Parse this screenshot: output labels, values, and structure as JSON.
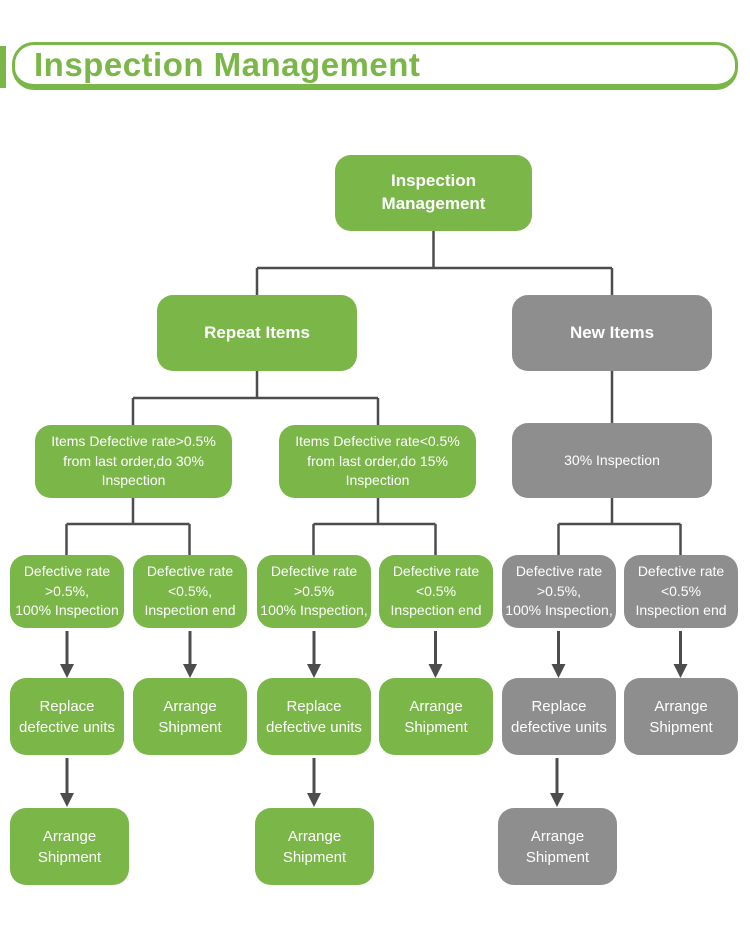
{
  "header": {
    "title": "Inspection Management"
  },
  "colors": {
    "brand_green": "#7ab648",
    "neutral_gray": "#8e8e8e",
    "connector_gray": "#4d4d4d",
    "node_text": "#ffffff"
  },
  "flowchart": {
    "nodes": {
      "root": {
        "label": "Inspection\nManagement"
      },
      "repeat_items": {
        "label": "Repeat Items"
      },
      "new_items": {
        "label": "New Items"
      },
      "repeat_gt": {
        "label": "Items Defective rate>0.5%\nfrom last order,do 30%\nInspection"
      },
      "repeat_lt": {
        "label": "Items Defective rate<0.5%\nfrom last order,do 15%\nInspection"
      },
      "new_30pct": {
        "label": "30% Inspection"
      },
      "repeat_gt_high": {
        "label": "Defective rate\n>0.5%,\n100% Inspection"
      },
      "repeat_gt_low": {
        "label": "Defective rate\n<0.5%,\nInspection end"
      },
      "repeat_lt_high": {
        "label": "Defective rate\n>0.5%\n100% Inspection,"
      },
      "repeat_lt_low": {
        "label": "Defective rate\n<0.5%\nInspection end"
      },
      "new_high": {
        "label": "Defective rate\n>0.5%,\n100% Inspection,"
      },
      "new_low": {
        "label": "Defective rate\n<0.5%\nInspection end"
      },
      "repeat_gt_replace": {
        "label": "Replace\ndefective units"
      },
      "repeat_gt_ship": {
        "label": "Arrange\nShipment"
      },
      "repeat_lt_replace": {
        "label": "Replace\ndefective units"
      },
      "repeat_lt_ship": {
        "label": "Arrange\nShipment"
      },
      "new_replace": {
        "label": "Replace\ndefective units"
      },
      "new_ship": {
        "label": "Arrange\nShipment"
      },
      "repeat_gt_final_ship": {
        "label": "Arrange\nShipment"
      },
      "repeat_lt_final_ship": {
        "label": "Arrange\nShipment"
      },
      "new_final_ship": {
        "label": "Arrange\nShipment"
      }
    }
  }
}
